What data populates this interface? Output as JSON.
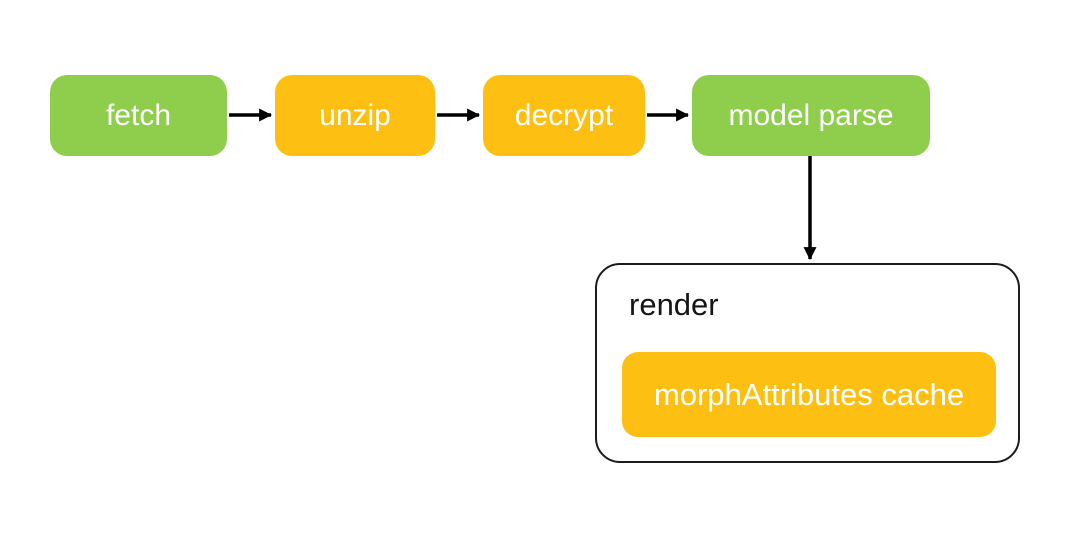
{
  "diagram": {
    "nodes": [
      {
        "id": "fetch",
        "label": "fetch",
        "color_role": "green"
      },
      {
        "id": "unzip",
        "label": "unzip",
        "color_role": "orange"
      },
      {
        "id": "decrypt",
        "label": "decrypt",
        "color_role": "orange"
      },
      {
        "id": "model-parse",
        "label": "model parse",
        "color_role": "green"
      }
    ],
    "edges": [
      {
        "from": "fetch",
        "to": "unzip",
        "direction": "right"
      },
      {
        "from": "unzip",
        "to": "decrypt",
        "direction": "right"
      },
      {
        "from": "decrypt",
        "to": "model-parse",
        "direction": "right"
      },
      {
        "from": "model-parse",
        "to": "render",
        "direction": "down"
      }
    ],
    "container": {
      "label": "render",
      "child": {
        "label": "morphAttributes cache",
        "color_role": "orange"
      }
    },
    "colors": {
      "green": "#8FCE4C",
      "orange": "#FDC012",
      "arrow": "#000000",
      "container-border": "#1c1c1c",
      "node-text": "#ffffff",
      "container-label": "#151515",
      "background": "#ffffff"
    }
  }
}
